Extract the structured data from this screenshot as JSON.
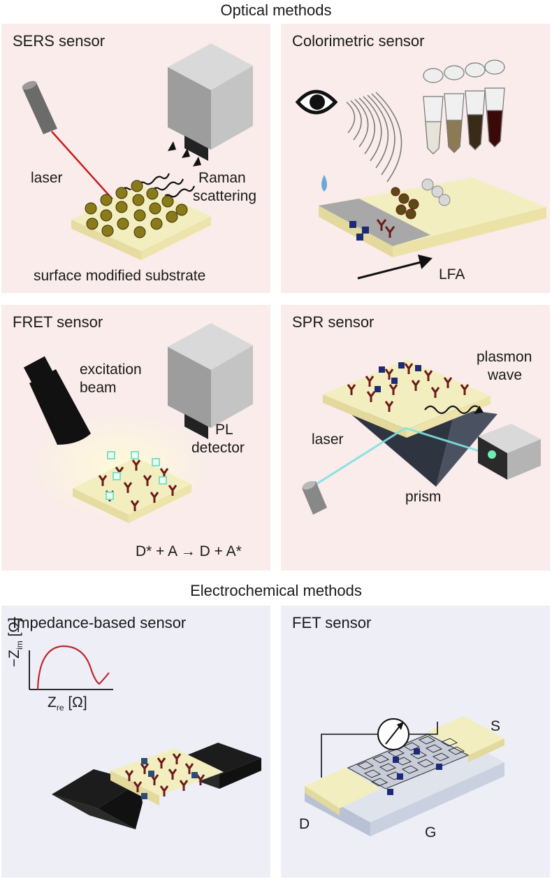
{
  "headings": {
    "optical": "Optical methods",
    "electrochemical": "Electrochemical methods"
  },
  "panels": {
    "sers": {
      "title": "SERS sensor",
      "laser": "laser",
      "raman_line1": "Raman",
      "raman_line2": "scattering",
      "substrate": "surface modified substrate"
    },
    "colorimetric": {
      "title": "Colorimetric sensor",
      "lfa": "LFA"
    },
    "fret": {
      "title": "FRET sensor",
      "excitation_line1": "excitation",
      "excitation_line2": "beam",
      "pl_line1": "PL",
      "pl_line2": "detector",
      "equation": "D* + A → D + A*"
    },
    "spr": {
      "title": "SPR sensor",
      "plasmon_line1": "plasmon",
      "plasmon_line2": "wave",
      "laser": "laser",
      "prism": "prism"
    },
    "impedance": {
      "title": "Impedance-based sensor",
      "y_axis": "−Z",
      "y_sub": "im",
      "y_unit": " [Ω]",
      "x_axis": "Z",
      "x_sub": "re",
      "x_unit": " [Ω]"
    },
    "fet": {
      "title": "FET sensor",
      "source": "S",
      "drain": "D",
      "gate": "G"
    }
  },
  "colors": {
    "optical_bg": "#f9ecea",
    "electro_bg": "#eeeef7",
    "substrate": "#f3eec0",
    "laser_red": "#c81e1e",
    "antibody": "#6b1a1a",
    "antigen": "#1e2a78",
    "gold": "#8a7a1a",
    "curve": "#c0282d"
  }
}
